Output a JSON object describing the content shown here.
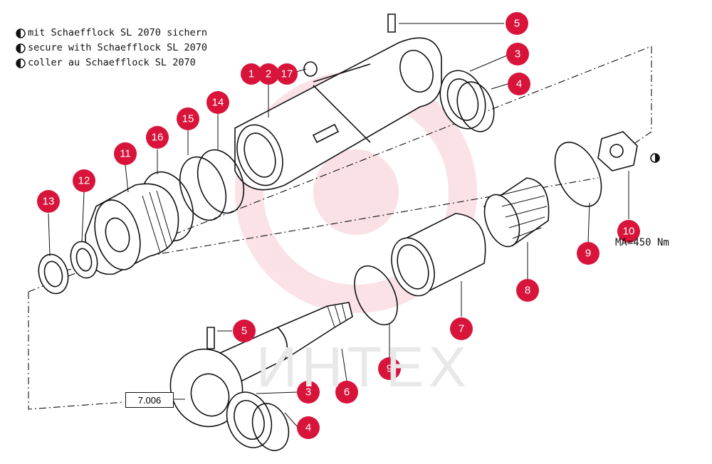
{
  "legend": [
    {
      "text": "mit Schaefflock SL 2070 sichern"
    },
    {
      "text": "secure with Schaefflock SL 2070"
    },
    {
      "text": "coller au Schaefflock SL 2070"
    }
  ],
  "torque_label": "MA=450 Nm",
  "reference_box": "7.006",
  "watermark": "ИНТЕХ",
  "markers": [
    {
      "label": "1"
    },
    {
      "label": "2"
    },
    {
      "label": "17"
    },
    {
      "label": "5"
    },
    {
      "label": "3"
    },
    {
      "label": "4"
    },
    {
      "label": "14"
    },
    {
      "label": "15"
    },
    {
      "label": "16"
    },
    {
      "label": "11"
    },
    {
      "label": "12"
    },
    {
      "label": "13"
    },
    {
      "label": "10"
    },
    {
      "label": "9"
    },
    {
      "label": "8"
    },
    {
      "label": "7"
    },
    {
      "label": "9"
    },
    {
      "label": "6"
    },
    {
      "label": "5"
    },
    {
      "label": "3"
    },
    {
      "label": "4"
    }
  ],
  "colors": {
    "marker": "#d8143a",
    "line": "#111111"
  }
}
